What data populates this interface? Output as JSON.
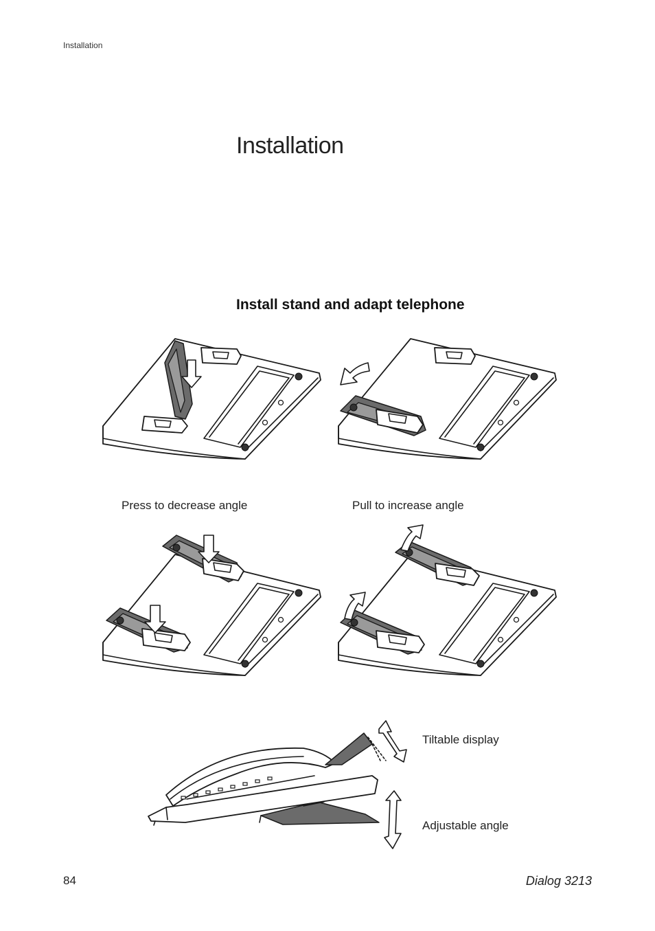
{
  "header": {
    "running_head": "Installation"
  },
  "page": {
    "title": "Installation",
    "section_heading": "Install stand and adapt telephone"
  },
  "figures": {
    "captions": {
      "decrease": "Press to decrease angle",
      "increase": "Pull to increase angle",
      "tiltable": "Tiltable display",
      "adjustable": "Adjustable angle"
    }
  },
  "footer": {
    "page_number": "84",
    "product": "Dialog 3213"
  }
}
